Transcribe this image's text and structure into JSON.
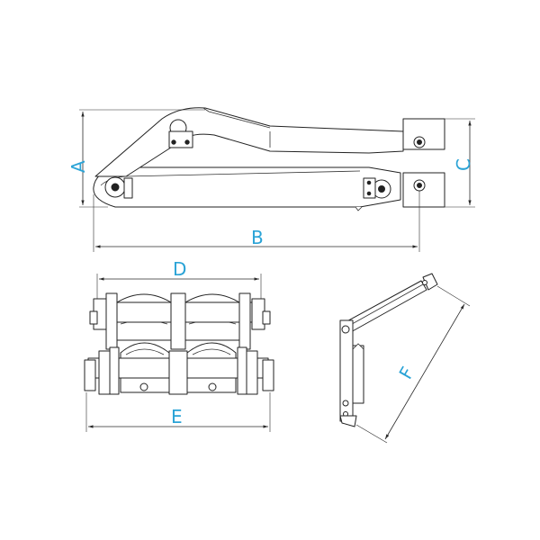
{
  "colors": {
    "label": "#2aa3d6",
    "line": "#222222",
    "background": "#ffffff"
  },
  "dimensions": {
    "A": "A",
    "B": "B",
    "C": "C",
    "D": "D",
    "E": "E",
    "F": "F"
  }
}
